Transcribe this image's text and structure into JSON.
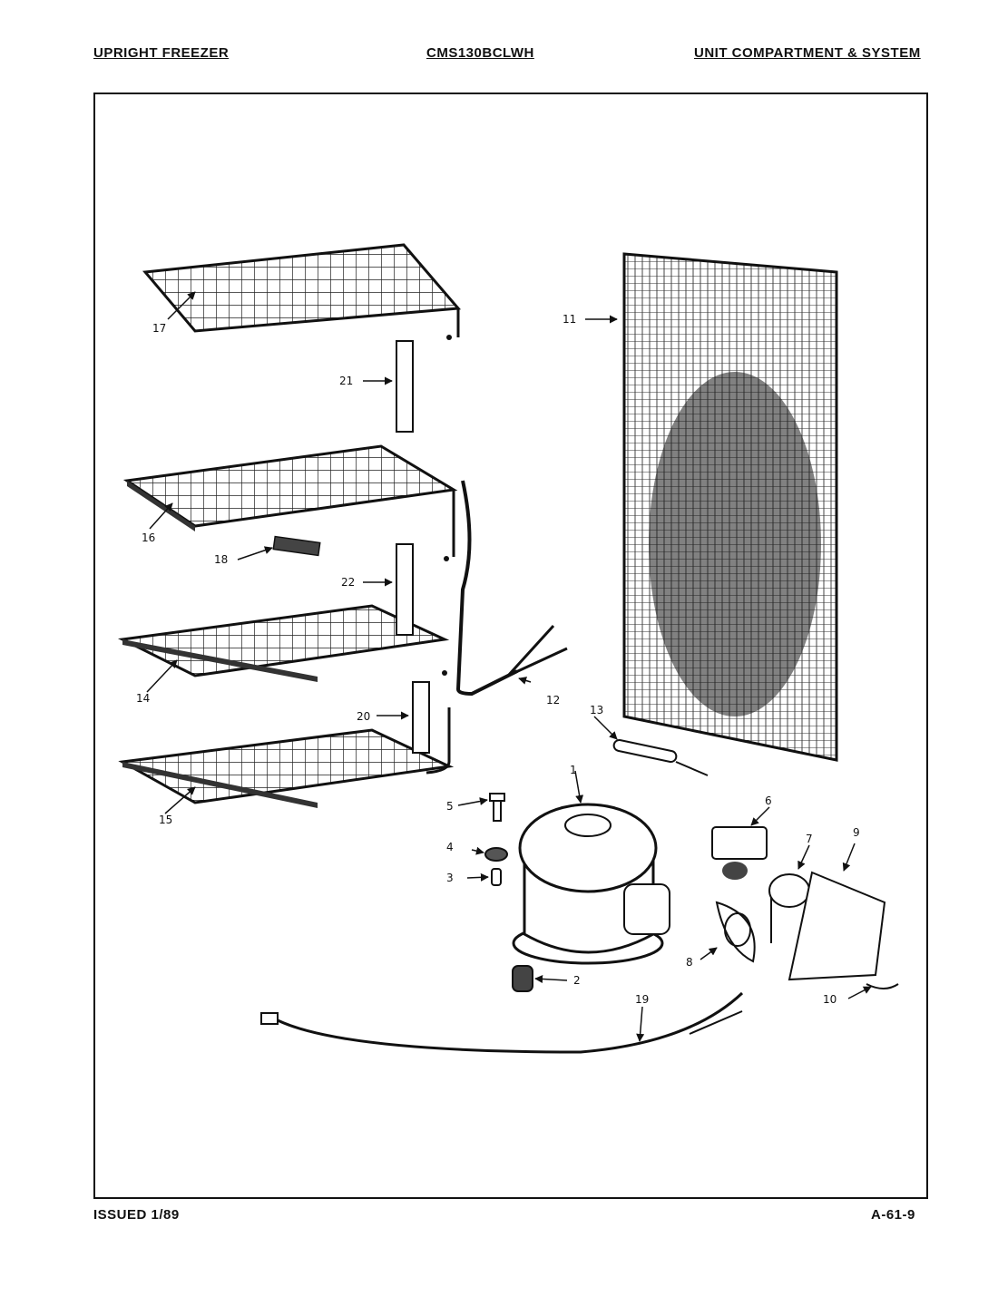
{
  "header": {
    "left": "UPRIGHT FREEZER",
    "center": "CMS130BCLWH",
    "right": "UNIT COMPARTMENT & SYSTEM"
  },
  "footer": {
    "issued": "ISSUED 1/89",
    "page_code": "A-61-9"
  },
  "callouts": {
    "c1": "1",
    "c2": "2",
    "c3": "3",
    "c4": "4",
    "c5": "5",
    "c6": "6",
    "c7": "7",
    "c8": "8",
    "c9": "9",
    "c10": "10",
    "c11": "11",
    "c12": "12",
    "c13": "13",
    "c14": "14",
    "c15": "15",
    "c16": "16",
    "c17": "17",
    "c18": "18",
    "c19": "19",
    "c20": "20",
    "c21": "21",
    "c22": "22"
  }
}
